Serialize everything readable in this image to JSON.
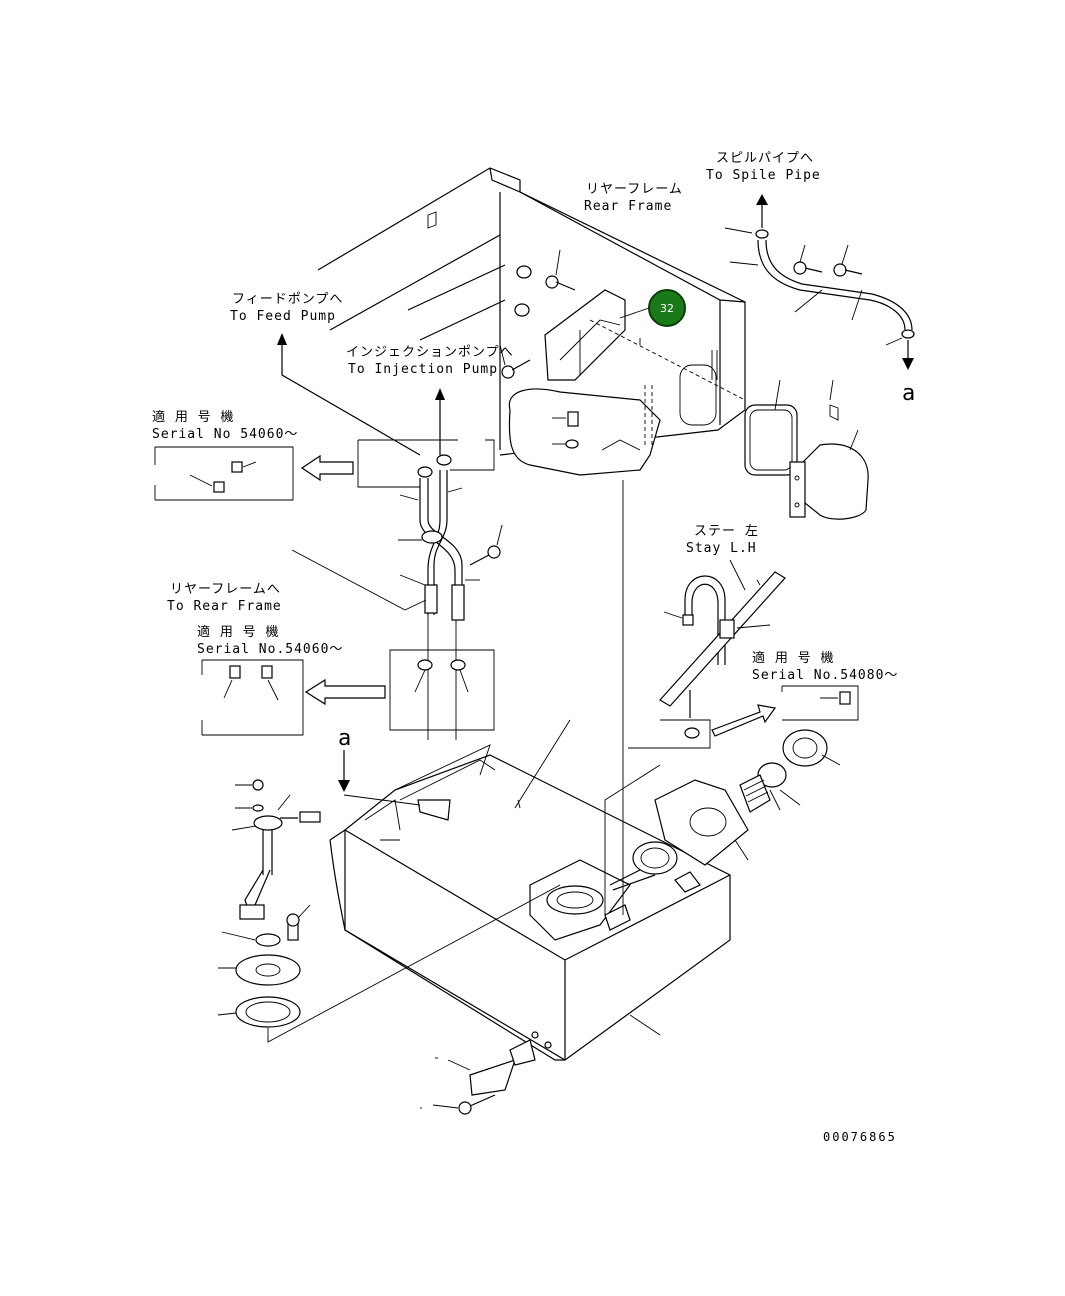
{
  "labels": {
    "spill_pipe_jp": "スピルパイプへ",
    "spill_pipe_en": "To Spile Pipe",
    "rear_frame_jp": "リヤーフレーム",
    "rear_frame_en": "Rear Frame",
    "feed_pump_jp": "フィードポンプへ",
    "feed_pump_en": "To Feed Pump",
    "injection_pump_jp": "インジェクションポンプへ",
    "injection_pump_en": "To Injection Pump",
    "serial_top_jp": "適 用 号 機",
    "serial_top_en": "Serial No 54060～",
    "to_rear_frame_jp": "リヤーフレームへ",
    "to_rear_frame_en": "To Rear Frame",
    "serial_mid_jp": "適 用 号 機",
    "serial_mid_en": "Serial No.54060～",
    "stay_jp": "ステー 左",
    "stay_en": "Stay L.H",
    "serial_right_jp": "適 用 号 機",
    "serial_right_en": "Serial No.54080～",
    "ref_a_right": "a",
    "ref_a_left": "a",
    "drawing_number": "00076865"
  },
  "callout": {
    "number": "32",
    "color": "#1a7a1a",
    "border_color": "#0a3d0a"
  }
}
